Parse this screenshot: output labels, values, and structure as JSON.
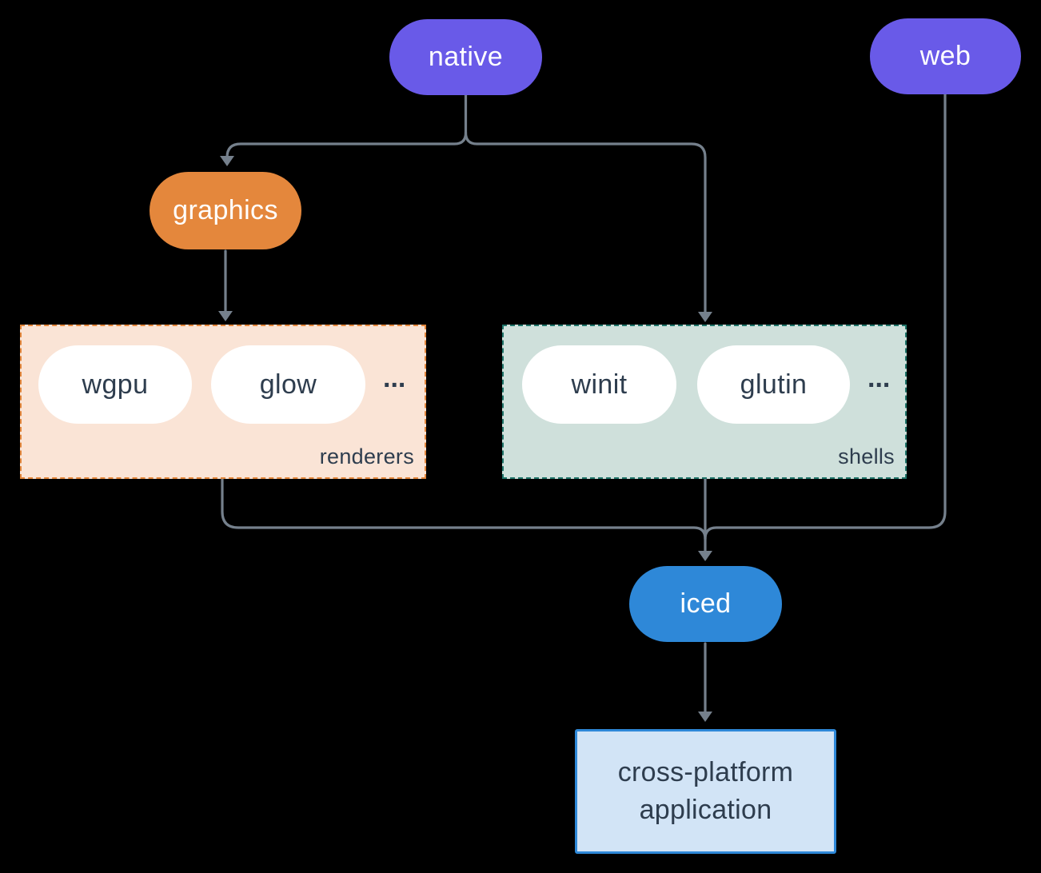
{
  "diagram": {
    "nodes": {
      "native": {
        "label": "native"
      },
      "web": {
        "label": "web"
      },
      "graphics": {
        "label": "graphics"
      },
      "iced": {
        "label": "iced"
      },
      "application": {
        "line1": "cross-platform",
        "line2": "application"
      }
    },
    "groups": {
      "renderers": {
        "label": "renderers",
        "items": [
          "wgpu",
          "glow"
        ],
        "ellipsis": "..."
      },
      "shells": {
        "label": "shells",
        "items": [
          "winit",
          "glutin"
        ],
        "ellipsis": "..."
      }
    },
    "colors": {
      "background": "#000000",
      "native_web_fill": "#695AE8",
      "graphics_fill": "#E4873C",
      "renderers_fill": "#FAE4D6",
      "renderers_border": "#E4873C",
      "shells_fill": "#CFE0DB",
      "shells_border": "#20756A",
      "iced_fill": "#2E88D8",
      "application_fill": "#D2E4F6",
      "application_border": "#2E88D8",
      "inner_pill_fill": "#FFFFFF",
      "text_dark": "#2E3D4E",
      "text_light": "#FFFFFF",
      "connector": "#75808C"
    }
  }
}
